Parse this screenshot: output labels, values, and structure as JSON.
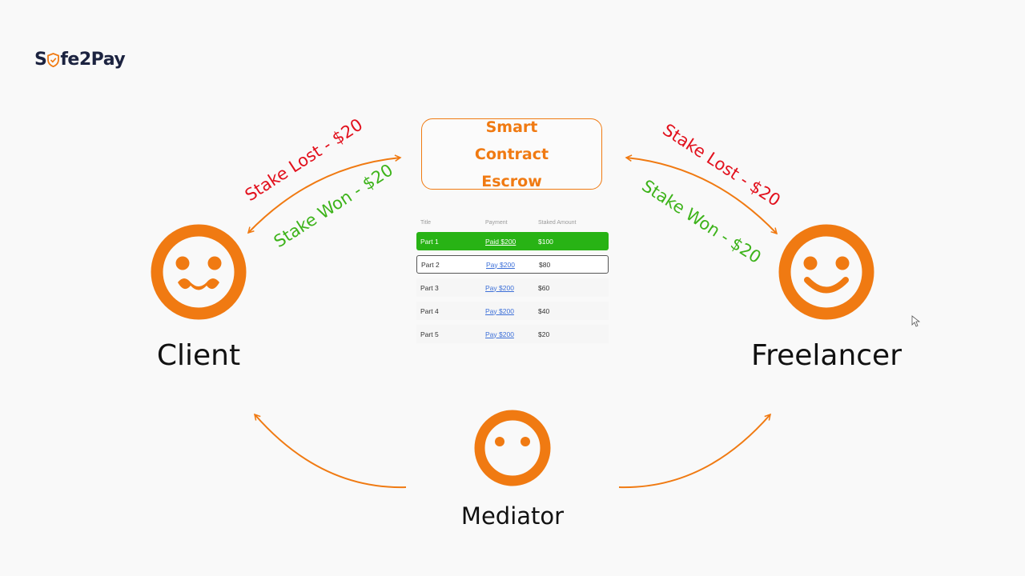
{
  "logo": {
    "text_a": "S",
    "text_b": "fe2Pay"
  },
  "escrow": {
    "title": "Smart Contract Escrow"
  },
  "table": {
    "headers": [
      "Title",
      "Payment",
      "Staked Amount"
    ],
    "rows": [
      {
        "title": "Part 1",
        "payment": "Paid $200",
        "stake": "$100",
        "status": "paid"
      },
      {
        "title": "Part 2",
        "payment": "Pay $200",
        "stake": "$80",
        "status": "active"
      },
      {
        "title": "Part 3",
        "payment": "Pay $200",
        "stake": "$60",
        "status": "pending"
      },
      {
        "title": "Part 4",
        "payment": "Pay $200",
        "stake": "$40",
        "status": "pending"
      },
      {
        "title": "Part 5",
        "payment": "Pay $200",
        "stake": "$20",
        "status": "pending"
      }
    ]
  },
  "actors": {
    "client": "Client",
    "freelancer": "Freelancer",
    "mediator": "Mediator"
  },
  "stakes": {
    "left_lost": "Stake Lost - $20",
    "left_won": "Stake Won - $20",
    "right_lost": "Stake Lost - $20",
    "right_won": "Stake Won - $20"
  },
  "colors": {
    "accent": "#f07a12",
    "lost": "#e2101c",
    "won": "#3db31a",
    "paid": "#28b315",
    "link": "#3c6fd8"
  }
}
